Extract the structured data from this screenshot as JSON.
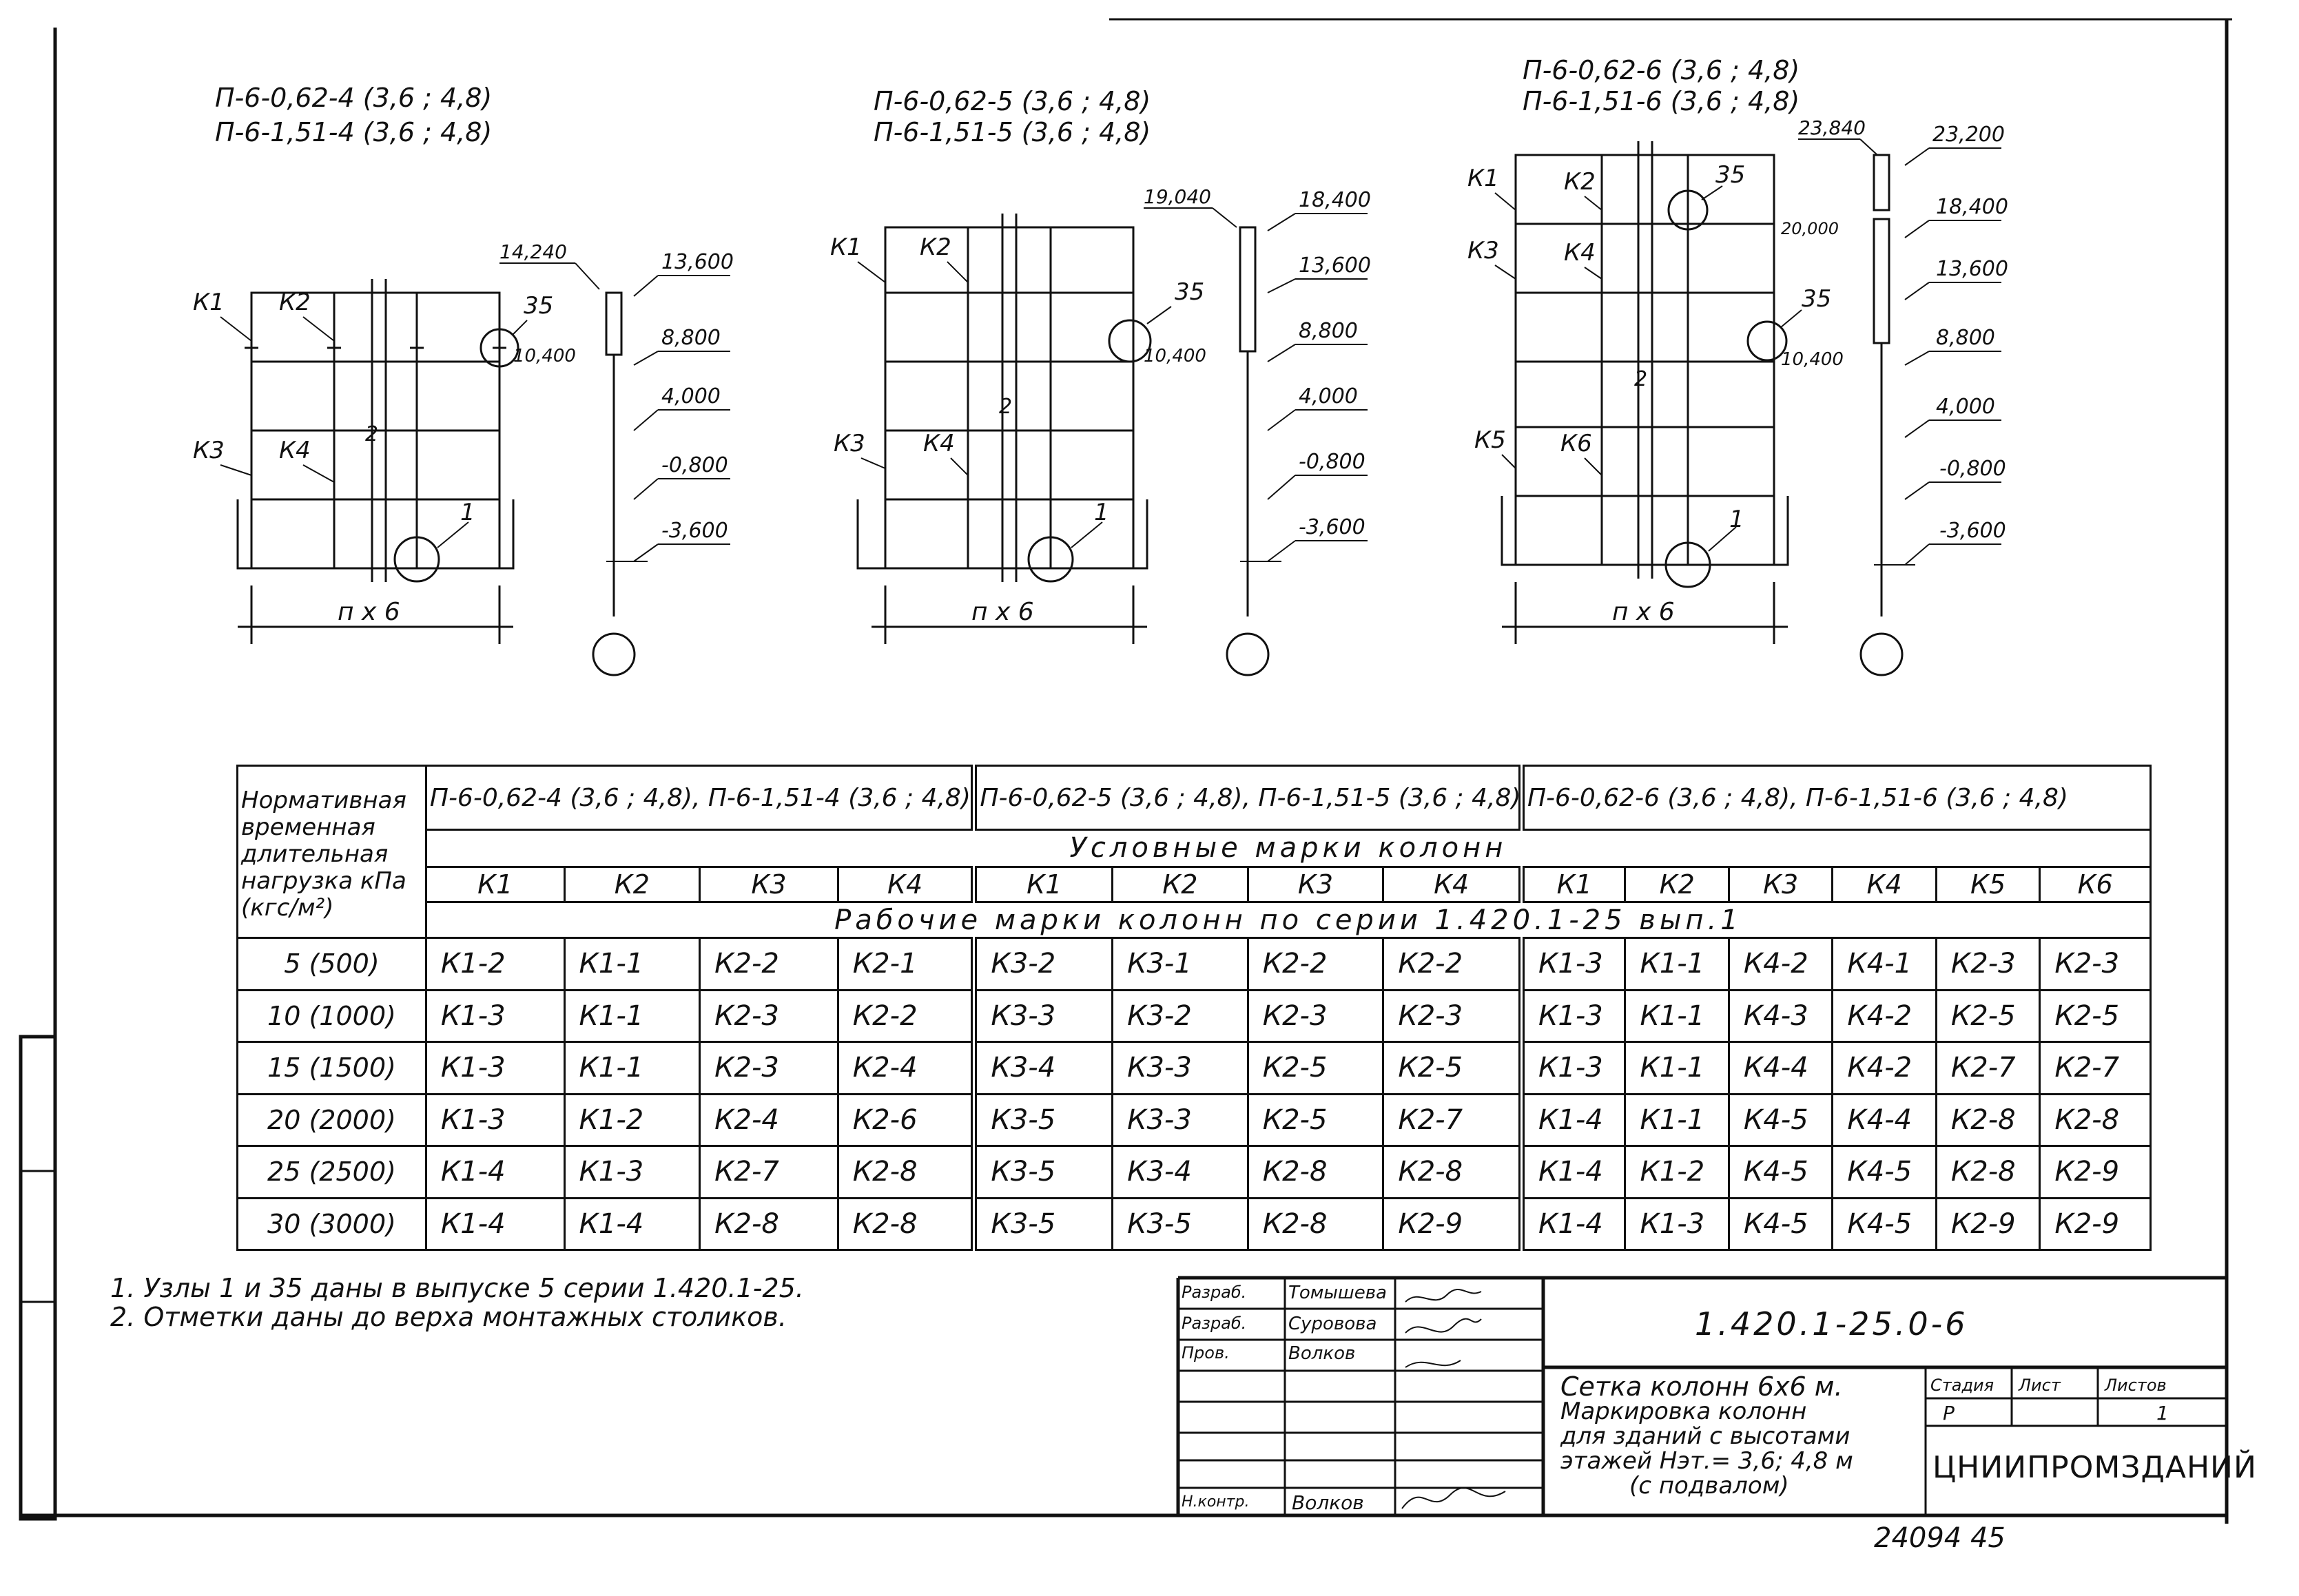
{
  "drawings": [
    {
      "titles": [
        "П-6-0,62-4 (3,6 ; 4,8)",
        "П-6-1,51-4 (3,6 ; 4,8)"
      ],
      "column_labels": [
        "К1",
        "К2",
        "К3",
        "К4"
      ],
      "node_labels": [
        "35",
        "1"
      ],
      "axis_label": "2",
      "dimension": "п х 6",
      "levels": [
        "14,240",
        "10,400",
        "13,600",
        "8,800",
        "4,000",
        "-0,800",
        "-3,600"
      ]
    },
    {
      "titles": [
        "П-6-0,62-5 (3,6 ; 4,8)",
        "П-6-1,51-5 (3,6 ; 4,8)"
      ],
      "column_labels": [
        "К1",
        "К2",
        "К3",
        "К4"
      ],
      "node_labels": [
        "35",
        "1"
      ],
      "axis_label": "2",
      "dimension": "п х 6",
      "levels": [
        "19,040",
        "10,400",
        "18,400",
        "13,600",
        "8,800",
        "4,000",
        "-0,800",
        "-3,600"
      ]
    },
    {
      "titles": [
        "П-6-0,62-6 (3,6 ; 4,8)",
        "П-6-1,51-6 (3,6 ; 4,8)"
      ],
      "column_labels": [
        "К1",
        "К2",
        "К3",
        "К4",
        "К5",
        "К6"
      ],
      "node_labels": [
        "35",
        "35",
        "1"
      ],
      "axis_label": "2",
      "dimension": "п х 6",
      "levels": [
        "23,840",
        "20,000",
        "10,400",
        "23,200",
        "18,400",
        "13,600",
        "8,800",
        "4,000",
        "-0,800",
        "-3,600"
      ]
    }
  ],
  "table": {
    "load_header": "Нормативная временная длительная нагрузка кПа (кгс/м²)",
    "groups": [
      "П-6-0,62-4 (3,6 ; 4,8), П-6-1,51-4 (3,6 ; 4,8)",
      "П-6-0,62-5 (3,6 ; 4,8), П-6-1,51-5 (3,6 ; 4,8)",
      "П-6-0,62-6 (3,6 ; 4,8), П-6-1,51-6 (3,6 ; 4,8)"
    ],
    "conditional_title": "Условные марки колонн",
    "working_title": "Рабочие марки колонн по серии 1.420.1-25 вып.1",
    "conditional_marks": [
      "К1",
      "К2",
      "К3",
      "К4",
      "К1",
      "К2",
      "К3",
      "К4",
      "К1",
      "К2",
      "К3",
      "К4",
      "К5",
      "К6"
    ],
    "rows": [
      {
        "load": "5 (500)",
        "cells": [
          "К1-2",
          "К1-1",
          "К2-2",
          "К2-1",
          "К3-2",
          "К3-1",
          "К2-2",
          "К2-2",
          "К1-3",
          "К1-1",
          "К4-2",
          "К4-1",
          "К2-3",
          "К2-3"
        ]
      },
      {
        "load": "10 (1000)",
        "cells": [
          "К1-3",
          "К1-1",
          "К2-3",
          "К2-2",
          "К3-3",
          "К3-2",
          "К2-3",
          "К2-3",
          "К1-3",
          "К1-1",
          "К4-3",
          "К4-2",
          "К2-5",
          "К2-5"
        ]
      },
      {
        "load": "15 (1500)",
        "cells": [
          "К1-3",
          "К1-1",
          "К2-3",
          "К2-4",
          "К3-4",
          "К3-3",
          "К2-5",
          "К2-5",
          "К1-3",
          "К1-1",
          "К4-4",
          "К4-2",
          "К2-7",
          "К2-7"
        ]
      },
      {
        "load": "20 (2000)",
        "cells": [
          "К1-3",
          "К1-2",
          "К2-4",
          "К2-6",
          "К3-5",
          "К3-3",
          "К2-5",
          "К2-7",
          "К1-4",
          "К1-1",
          "К4-5",
          "К4-4",
          "К2-8",
          "К2-8"
        ]
      },
      {
        "load": "25 (2500)",
        "cells": [
          "К1-4",
          "К1-3",
          "К2-7",
          "К2-8",
          "К3-5",
          "К3-4",
          "К2-8",
          "К2-8",
          "К1-4",
          "К1-2",
          "К4-5",
          "К4-5",
          "К2-8",
          "К2-9"
        ]
      },
      {
        "load": "30 (3000)",
        "cells": [
          "К1-4",
          "К1-4",
          "К2-8",
          "К2-8",
          "К3-5",
          "К3-5",
          "К2-8",
          "К2-9",
          "К1-4",
          "К1-3",
          "К4-5",
          "К4-5",
          "К2-9",
          "К2-9"
        ]
      }
    ]
  },
  "notes": [
    "1. Узлы 1 и 35 даны в выпуске 5 серии 1.420.1-25.",
    "2. Отметки даны до верха монтажных столиков."
  ],
  "title_block": {
    "roles": [
      "Разраб.",
      "Разраб.",
      "Пров.",
      "",
      "",
      "",
      "Н.контр."
    ],
    "names": [
      "Томышева",
      "Суровова",
      "Волков",
      "",
      "",
      "",
      "Волков"
    ],
    "code": "1.420.1-25.0-6",
    "description": [
      "Сетка колонн 6х6 м.",
      "Маркировка колонн",
      "для зданий с высотами",
      "этажей   Нэт.= 3,6; 4,8 м",
      "(с подвалом)"
    ],
    "stage_label": "Стадия",
    "sheet_label": "Лист",
    "sheets_label": "Листов",
    "stage": "Р",
    "sheet": "",
    "sheets": "1",
    "organization": "ЦНИИПРОМЗДАНИЙ"
  },
  "footer_number": "24094  45"
}
